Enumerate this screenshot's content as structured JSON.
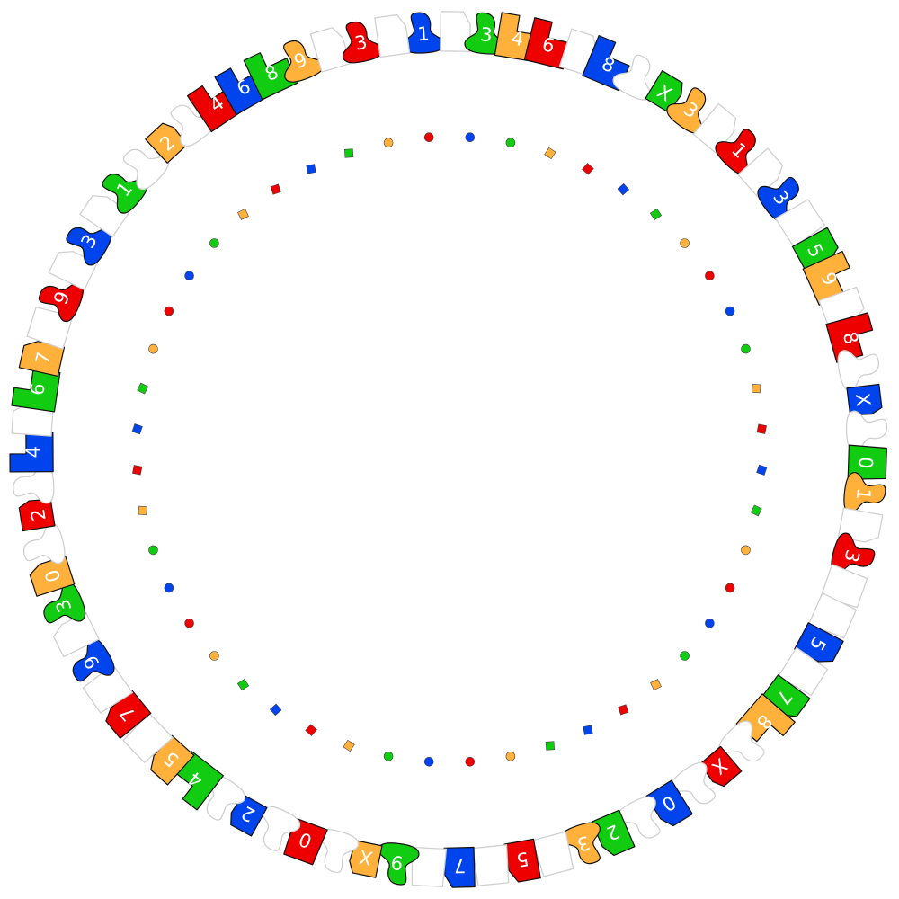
{
  "colors": {
    "R": "#ee0000",
    "B": "#0044ee",
    "G": "#11cc11",
    "O": "#ffb13b",
    "E": "#ffffff"
  },
  "outline": {
    "filled": "#111111",
    "empty": "#d0d0d0"
  },
  "tiles": [
    {
      "color": "B",
      "shape": "blob",
      "label": "1"
    },
    {
      "color": "E",
      "shape": "flag",
      "label": ""
    },
    {
      "color": "G",
      "shape": "blob",
      "label": "3"
    },
    {
      "color": "O",
      "shape": "step",
      "label": "4"
    },
    {
      "color": "R",
      "shape": "step",
      "label": "6"
    },
    {
      "color": "E",
      "shape": "flag",
      "label": ""
    },
    {
      "color": "B",
      "shape": "step",
      "label": "8"
    },
    {
      "color": "E",
      "shape": "blob",
      "label": ""
    },
    {
      "color": "G",
      "shape": "pent",
      "label": "X"
    },
    {
      "color": "O",
      "shape": "blob",
      "label": "3"
    },
    {
      "color": "E",
      "shape": "flag",
      "label": ""
    },
    {
      "color": "R",
      "shape": "blob",
      "label": "1"
    },
    {
      "color": "E",
      "shape": "flag",
      "label": ""
    },
    {
      "color": "B",
      "shape": "blob",
      "label": "3"
    },
    {
      "color": "E",
      "shape": "square",
      "label": ""
    },
    {
      "color": "G",
      "shape": "flag",
      "label": "5"
    },
    {
      "color": "O",
      "shape": "step",
      "label": "9"
    },
    {
      "color": "E",
      "shape": "flag",
      "label": ""
    },
    {
      "color": "R",
      "shape": "step",
      "label": "8"
    },
    {
      "color": "E",
      "shape": "blob",
      "label": ""
    },
    {
      "color": "B",
      "shape": "pent",
      "label": "X"
    },
    {
      "color": "E",
      "shape": "blob",
      "label": ""
    },
    {
      "color": "G",
      "shape": "square",
      "label": "0"
    },
    {
      "color": "O",
      "shape": "blob",
      "label": "1"
    },
    {
      "color": "E",
      "shape": "flag",
      "label": ""
    },
    {
      "color": "R",
      "shape": "blob",
      "label": "3"
    },
    {
      "color": "E",
      "shape": "square",
      "label": ""
    },
    {
      "color": "E",
      "shape": "square",
      "label": ""
    },
    {
      "color": "B",
      "shape": "flag",
      "label": "5"
    },
    {
      "color": "E",
      "shape": "square",
      "label": ""
    },
    {
      "color": "G",
      "shape": "flag",
      "label": "7"
    },
    {
      "color": "O",
      "shape": "step",
      "label": "8"
    },
    {
      "color": "E",
      "shape": "blob",
      "label": ""
    },
    {
      "color": "R",
      "shape": "pent",
      "label": "X"
    },
    {
      "color": "E",
      "shape": "blob",
      "label": ""
    },
    {
      "color": "B",
      "shape": "flag",
      "label": "0"
    },
    {
      "color": "E",
      "shape": "blob",
      "label": ""
    },
    {
      "color": "G",
      "shape": "flag",
      "label": "2"
    },
    {
      "color": "O",
      "shape": "blob",
      "label": "3"
    },
    {
      "color": "E",
      "shape": "square",
      "label": ""
    },
    {
      "color": "R",
      "shape": "flag",
      "label": "5"
    },
    {
      "color": "E",
      "shape": "square",
      "label": ""
    },
    {
      "color": "B",
      "shape": "flag",
      "label": "7"
    },
    {
      "color": "E",
      "shape": "square",
      "label": ""
    },
    {
      "color": "G",
      "shape": "blob",
      "label": "9"
    },
    {
      "color": "O",
      "shape": "pent",
      "label": "X"
    },
    {
      "color": "E",
      "shape": "blob",
      "label": ""
    },
    {
      "color": "R",
      "shape": "square",
      "label": "0"
    },
    {
      "color": "E",
      "shape": "blob",
      "label": ""
    },
    {
      "color": "B",
      "shape": "pent",
      "label": "2"
    },
    {
      "color": "E",
      "shape": "blob",
      "label": ""
    },
    {
      "color": "G",
      "shape": "step",
      "label": "4"
    },
    {
      "color": "O",
      "shape": "flag",
      "label": "5"
    },
    {
      "color": "E",
      "shape": "square",
      "label": ""
    },
    {
      "color": "R",
      "shape": "flag",
      "label": "7"
    },
    {
      "color": "E",
      "shape": "square",
      "label": ""
    },
    {
      "color": "B",
      "shape": "blob",
      "label": "9"
    },
    {
      "color": "E",
      "shape": "flag",
      "label": ""
    },
    {
      "color": "G",
      "shape": "blob",
      "label": "3"
    },
    {
      "color": "O",
      "shape": "flag",
      "label": "0"
    },
    {
      "color": "E",
      "shape": "blob",
      "label": ""
    },
    {
      "color": "R",
      "shape": "pent",
      "label": "2"
    },
    {
      "color": "E",
      "shape": "blob",
      "label": ""
    },
    {
      "color": "B",
      "shape": "step",
      "label": "4"
    },
    {
      "color": "E",
      "shape": "flag",
      "label": ""
    },
    {
      "color": "G",
      "shape": "step",
      "label": "6"
    },
    {
      "color": "O",
      "shape": "flag",
      "label": "7"
    },
    {
      "color": "E",
      "shape": "square",
      "label": ""
    },
    {
      "color": "R",
      "shape": "blob",
      "label": "9"
    },
    {
      "color": "E",
      "shape": "flag",
      "label": ""
    },
    {
      "color": "B",
      "shape": "blob",
      "label": "3"
    },
    {
      "color": "E",
      "shape": "flag",
      "label": ""
    },
    {
      "color": "G",
      "shape": "blob",
      "label": "1"
    },
    {
      "color": "E",
      "shape": "blob",
      "label": ""
    },
    {
      "color": "O",
      "shape": "pent",
      "label": "2"
    },
    {
      "color": "E",
      "shape": "blob",
      "label": ""
    },
    {
      "color": "R",
      "shape": "step",
      "label": "4"
    },
    {
      "color": "B",
      "shape": "step",
      "label": "6"
    },
    {
      "color": "G",
      "shape": "step",
      "label": "8"
    },
    {
      "color": "O",
      "shape": "blob",
      "label": "9"
    },
    {
      "color": "E",
      "shape": "flag",
      "label": ""
    },
    {
      "color": "R",
      "shape": "blob",
      "label": "3"
    },
    {
      "color": "E",
      "shape": "flag",
      "label": ""
    }
  ],
  "markers": [
    {
      "color": "B",
      "shape": "circle"
    },
    {
      "color": "G",
      "shape": "circle"
    },
    {
      "color": "O",
      "shape": "square"
    },
    {
      "color": "R",
      "shape": "square"
    },
    {
      "color": "B",
      "shape": "square"
    },
    {
      "color": "G",
      "shape": "square"
    },
    {
      "color": "O",
      "shape": "circle"
    },
    {
      "color": "R",
      "shape": "circle"
    },
    {
      "color": "B",
      "shape": "circle"
    },
    {
      "color": "G",
      "shape": "circle"
    },
    {
      "color": "O",
      "shape": "square"
    },
    {
      "color": "R",
      "shape": "square"
    },
    {
      "color": "B",
      "shape": "square"
    },
    {
      "color": "G",
      "shape": "square"
    },
    {
      "color": "O",
      "shape": "circle"
    },
    {
      "color": "R",
      "shape": "circle"
    },
    {
      "color": "B",
      "shape": "circle"
    },
    {
      "color": "G",
      "shape": "circle"
    },
    {
      "color": "O",
      "shape": "square"
    },
    {
      "color": "R",
      "shape": "square"
    },
    {
      "color": "B",
      "shape": "square"
    },
    {
      "color": "G",
      "shape": "square"
    },
    {
      "color": "O",
      "shape": "circle"
    },
    {
      "color": "R",
      "shape": "circle"
    },
    {
      "color": "B",
      "shape": "circle"
    },
    {
      "color": "G",
      "shape": "circle"
    },
    {
      "color": "O",
      "shape": "square"
    },
    {
      "color": "R",
      "shape": "square"
    },
    {
      "color": "B",
      "shape": "square"
    },
    {
      "color": "G",
      "shape": "square"
    },
    {
      "color": "O",
      "shape": "circle"
    },
    {
      "color": "R",
      "shape": "circle"
    },
    {
      "color": "B",
      "shape": "circle"
    },
    {
      "color": "G",
      "shape": "circle"
    },
    {
      "color": "O",
      "shape": "square"
    },
    {
      "color": "R",
      "shape": "square"
    },
    {
      "color": "B",
      "shape": "square"
    },
    {
      "color": "G",
      "shape": "square"
    },
    {
      "color": "O",
      "shape": "circle"
    },
    {
      "color": "R",
      "shape": "circle"
    },
    {
      "color": "B",
      "shape": "circle"
    },
    {
      "color": "G",
      "shape": "circle"
    },
    {
      "color": "O",
      "shape": "square"
    },
    {
      "color": "R",
      "shape": "square"
    },
    {
      "color": "B",
      "shape": "square"
    },
    {
      "color": "G",
      "shape": "square"
    },
    {
      "color": "O",
      "shape": "circle"
    },
    {
      "color": "R",
      "shape": "circle"
    }
  ]
}
